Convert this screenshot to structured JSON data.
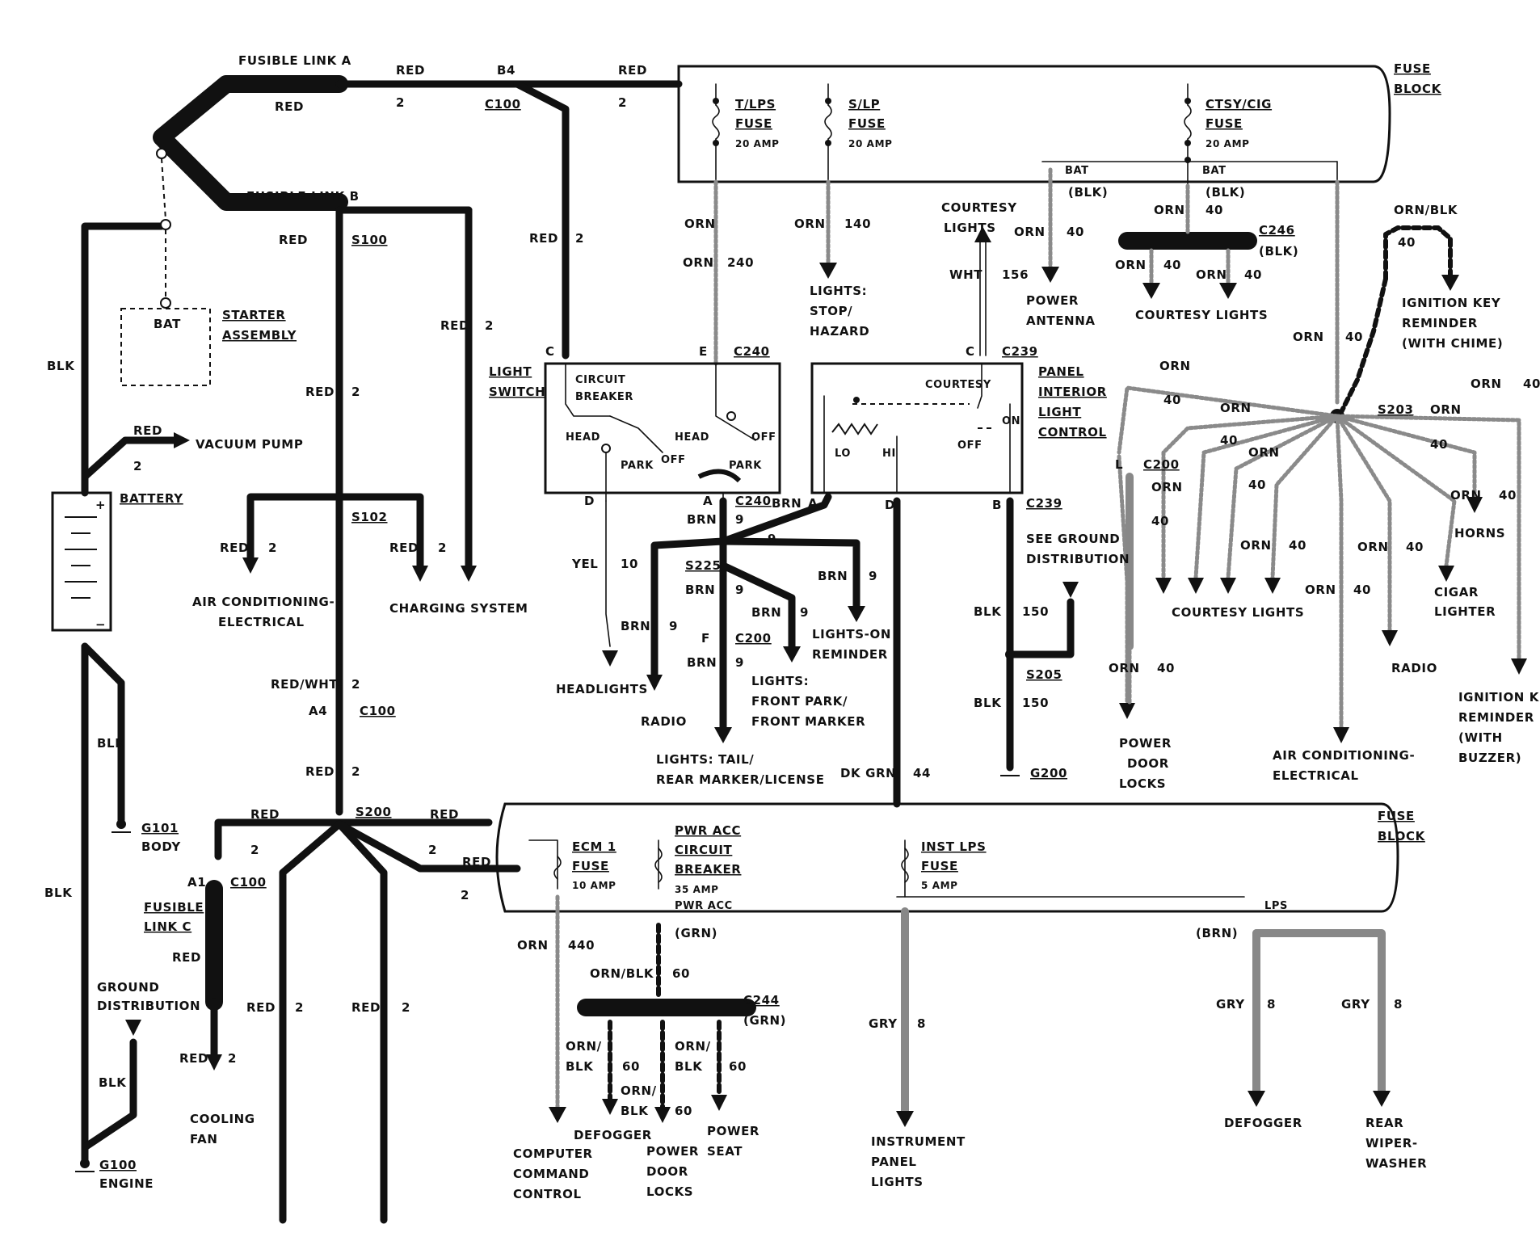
{
  "labels": {
    "fusible_link_a": "FUSIBLE LINK A",
    "fusible_link_b": "FUSIBLE LINK B",
    "fusible_link_c_1": "FUSIBLE",
    "fusible_link_c_2": "LINK C",
    "red": "RED",
    "blk": "BLK",
    "n2": "2",
    "b4": "B4",
    "c100": "C100",
    "s100": "S100",
    "s102": "S102",
    "s200": "S200",
    "a1": "A1",
    "a4": "A4",
    "red_wht": "RED/WHT",
    "starter_1": "STARTER",
    "starter_2": "ASSEMBLY",
    "bat": "BAT",
    "battery": "BATTERY",
    "vacuum_pump": "VACUUM PUMP",
    "ac_elec_1": "AIR CONDITIONING-",
    "ac_elec_2": "ELECTRICAL",
    "charging": "CHARGING SYSTEM",
    "g101": "G101",
    "body": "BODY",
    "ground_dist_1": "GROUND",
    "ground_dist_2": "DISTRIBUTION",
    "g100": "G100",
    "engine": "ENGINE",
    "cooling_fan_1": "COOLING",
    "cooling_fan_2": "FAN",
    "fuse_block_1": "FUSE",
    "fuse_block_2": "BLOCK",
    "tlps_1": "T/LPS",
    "tlps_2": "FUSE",
    "amp20": "20 AMP",
    "slp_1": "S/LP",
    "slp_2": "FUSE",
    "ctsy_1": "CTSY/CIG",
    "ctsy_2": "FUSE",
    "orn": "ORN",
    "n240": "240",
    "n140": "140",
    "n40": "40",
    "n156": "156",
    "wht": "WHT",
    "lights_stop_1": "LIGHTS:",
    "lights_stop_2": "STOP/",
    "lights_stop_3": "HAZARD",
    "courtesy_top_1": "COURTESY",
    "courtesy_top_2": "LIGHTS",
    "power_antenna_1": "POWER",
    "power_antenna_2": "ANTENNA",
    "blk_paren": "(BLK)",
    "c246": "C246",
    "courtesy_lights": "COURTESY LIGHTS",
    "orn_blk": "ORN/BLK",
    "ign_chime_1": "IGNITION KEY",
    "ign_chime_2": "REMINDER",
    "ign_chime_3": "(WITH CHIME)",
    "c": "C",
    "e": "E",
    "c240": "C240",
    "c239": "C239",
    "light_switch_1": "LIGHT",
    "light_switch_2": "SWITCH",
    "circuit_breaker_1": "CIRCUIT",
    "circuit_breaker_2": "BREAKER",
    "head": "HEAD",
    "park": "PARK",
    "off": "OFF",
    "courtesy": "COURTESY",
    "on": "ON",
    "lo": "LO",
    "hi": "HI",
    "panel_1": "PANEL",
    "panel_2": "INTERIOR",
    "panel_3": "LIGHT",
    "panel_4": "CONTROL",
    "d": "D",
    "a": "A",
    "b": "B",
    "f": "F",
    "l": "L",
    "brn": "BRN",
    "n9": "9",
    "yel": "YEL",
    "n10": "10",
    "s225": "S225",
    "c200": "C200",
    "headlights": "HEADLIGHTS",
    "radio": "RADIO",
    "lights_tail_1": "LIGHTS: TAIL/",
    "lights_tail_2": "REAR MARKER/LICENSE",
    "lights_front_1": "LIGHTS:",
    "lights_front_2": "FRONT PARK/",
    "lights_front_3": "FRONT MARKER",
    "lights_on_1": "LIGHTS-ON",
    "lights_on_2": "REMINDER",
    "dk_grn": "DK GRN",
    "n44": "44",
    "see_ground_1": "SEE GROUND",
    "see_ground_2": "DISTRIBUTION",
    "n150": "150",
    "s205": "S205",
    "g200": "G200",
    "s203": "S203",
    "horns": "HORNS",
    "cigar_1": "CIGAR",
    "cigar_2": "LIGHTER",
    "power_door_1": "POWER",
    "power_door_2": "DOOR",
    "power_door_3": "LOCKS",
    "ac_elec_r_1": "AIR CONDITIONING-",
    "ac_elec_r_2": "ELECTRICAL",
    "ign_buzzer_1": "IGNITION KEY",
    "ign_buzzer_2": "REMINDER",
    "ign_buzzer_3": "(WITH",
    "ign_buzzer_4": "BUZZER)",
    "ecm_1": "ECM 1",
    "ecm_2": "FUSE",
    "amp10": "10 AMP",
    "pwr_acc_1": "PWR ACC",
    "pwr_acc_2": "CIRCUIT",
    "pwr_acc_3": "BREAKER",
    "amp35": "35 AMP",
    "pwr_acc": "PWR ACC",
    "grn_paren": "(GRN)",
    "inst_lps_1": "INST LPS",
    "inst_lps_2": "FUSE",
    "amp5": "5 AMP",
    "lps": "LPS",
    "brn_paren": "(BRN)",
    "n440": "440",
    "n60": "60",
    "c244": "C244",
    "orn_slash": "ORN/",
    "gry": "GRY",
    "n8": "8",
    "computer_1": "COMPUTER",
    "computer_2": "COMMAND",
    "computer_3": "CONTROL",
    "defogger": "DEFOGGER",
    "power_seat_1": "POWER",
    "power_seat_2": "SEAT",
    "inst_panel_1": "INSTRUMENT",
    "inst_panel_2": "PANEL",
    "inst_panel_3": "LIGHTS",
    "rear_wiper_1": "REAR",
    "rear_wiper_2": "WIPER-",
    "rear_wiper_3": "WASHER",
    "plus": "+",
    "minus": "−"
  }
}
